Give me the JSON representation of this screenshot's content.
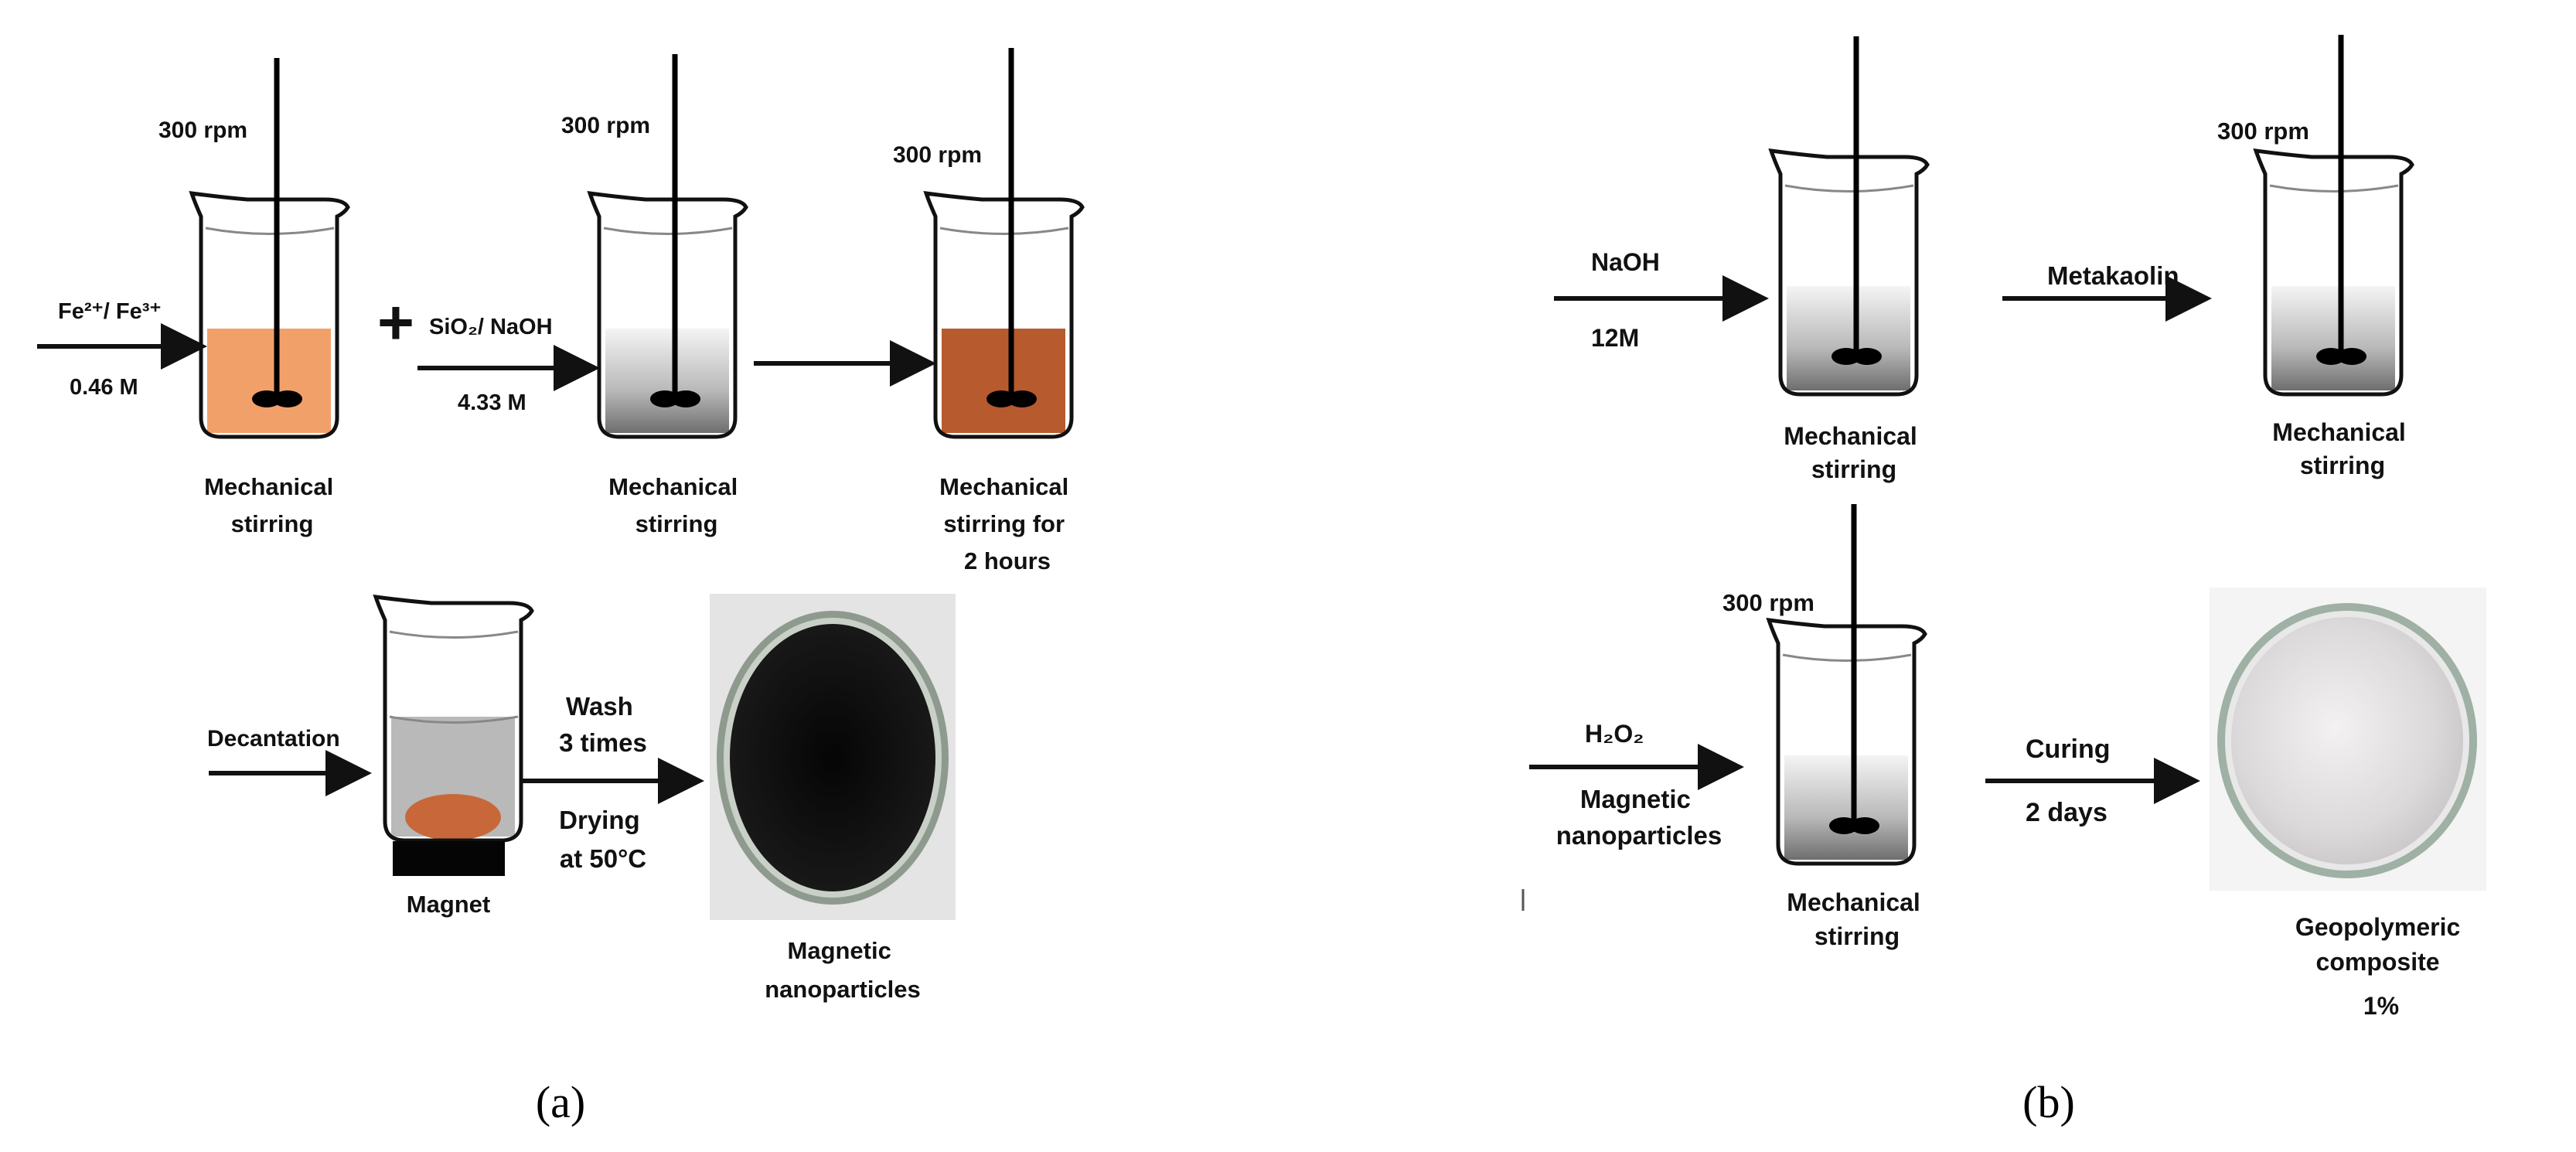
{
  "panel_a": {
    "step1": {
      "speed": "300 rpm",
      "input_top": "Fe²⁺/ Fe³⁺",
      "input_bottom": "0.46 M",
      "caption": [
        "Mechanical",
        "stirring"
      ]
    },
    "plus": "+",
    "step2": {
      "speed": "300 rpm",
      "input_top": "SiO₂/ NaOH",
      "input_bottom": "4.33 M",
      "caption": [
        "Mechanical",
        "stirring"
      ]
    },
    "step3": {
      "speed": "300 rpm",
      "caption": [
        "Mechanical",
        "stirring for",
        "2 hours"
      ]
    },
    "decant": {
      "input": "Decantation",
      "magnet": "Magnet"
    },
    "wash": {
      "top": [
        "Wash",
        "3 times"
      ],
      "bottom": [
        "Drying",
        "at 50°C"
      ]
    },
    "product": {
      "caption": [
        "Magnetic",
        "nanoparticles"
      ]
    },
    "label": "(a)"
  },
  "panel_b": {
    "step1": {
      "input_top": "NaOH",
      "input_bottom": "12M",
      "caption": [
        "Mechanical",
        "stirring"
      ]
    },
    "step2": {
      "speed": "300 rpm",
      "input": "Metakaolin",
      "caption": [
        "Mechanical",
        "stirring"
      ]
    },
    "step3": {
      "speed": "300 rpm",
      "input_top": "H₂O₂",
      "input_bottom": [
        "Magnetic",
        "nanoparticles"
      ],
      "caption": [
        "Mechanical",
        "stirring"
      ]
    },
    "cure": {
      "top": "Curing",
      "bottom": "2 days"
    },
    "product": {
      "caption": [
        "Geopolymeric",
        "composite",
        "1%"
      ]
    },
    "label": "(b)"
  },
  "colors": {
    "fe_solution": "#f2a06a",
    "silica_solution": "#e6e6e6",
    "stirred_mixture": "#b75a2e",
    "decant_liquid": "#b9b9b9",
    "magnetic_particles": "#c8683a",
    "geopolymer": "#9fa0a0",
    "ink": "#111111"
  }
}
